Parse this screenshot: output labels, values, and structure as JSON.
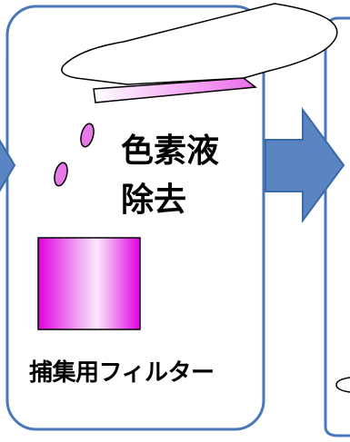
{
  "step_label_lines": [
    "色素液",
    "除去"
  ],
  "filter_label": "捕集用フィルター",
  "colors": {
    "panel_border": "#4a77b7",
    "arrow_fill": "#5a84c2",
    "arrow_edge": "#3b6aa8",
    "dye_magenta": "#e000e0",
    "drop_fill": "#e879e8"
  }
}
